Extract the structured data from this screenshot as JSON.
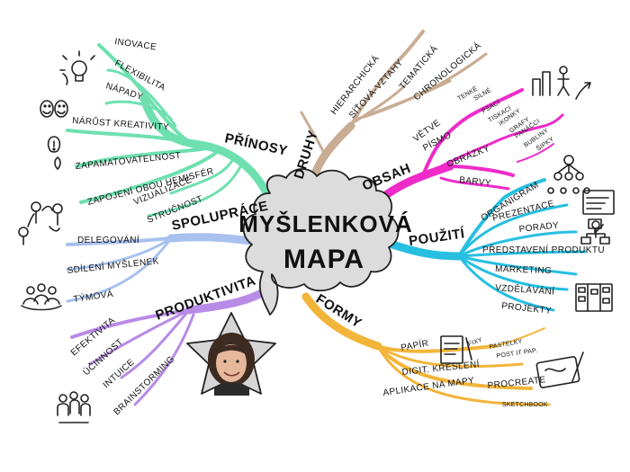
{
  "center": {
    "line1": "MYŠLENKOVÁ",
    "line2": "MAPA"
  },
  "colors": {
    "prinosy": "#6ee0b0",
    "druhy": "#c8ad94",
    "obsah": "#ee2bc9",
    "pouziti": "#27bfe0",
    "formy": "#f2b53a",
    "produktivita": "#b88be6",
    "spoluprace": "#a8c1ee",
    "bubble": "#dcdcdc",
    "star": "#d6d6d6"
  },
  "branches": {
    "prinosy": {
      "title": "PŘÍNOSY",
      "leaves": [
        "INOVACE",
        "FLEXIBILITA",
        "NÁPADY",
        "NÁRŮST KREATIVITY",
        "ZAPAMATOVATELNOST",
        "ZAPOJENÍ OBOU HEMISFÉR",
        "VIZUALIZACE",
        "STRUČNOST"
      ]
    },
    "druhy": {
      "title": "DRUHY",
      "leaves": [
        "HIERARCHICKÁ",
        "SÍŤOVÁ-VZTAHY",
        "TEMATICKÁ",
        "CHRONOLOGICKÁ"
      ]
    },
    "obsah": {
      "title": "OBSAH",
      "leaves": [
        "VĚTVE",
        "PÍSMO",
        "OBRÁZKY",
        "BARVY"
      ],
      "sub": [
        "TENKÉ",
        "SILNÉ",
        "PSACÍ",
        "TISKACÍ",
        "IKONKY",
        "GRAFY",
        "PANÁČCI",
        "BUBLINY",
        "ŠIPKY"
      ]
    },
    "pouziti": {
      "title": "POUŽITÍ",
      "leaves": [
        "ORGANIGRAM",
        "PREZENTACE",
        "PORADY",
        "PŘEDSTAVENÍ PRODUKTU",
        "MARKETING",
        "VZDĚLÁVÁNÍ",
        "PROJEKTY"
      ]
    },
    "formy": {
      "title": "FORMY",
      "leaves": [
        "PAPÍR",
        "DIGIT. KRESLENÍ",
        "APLIKACE NA MAPY"
      ],
      "sub": [
        "FIXY",
        "PASTELKY",
        "POST IT PAP.",
        "PROCREATE",
        "SKETCHBOOK"
      ]
    },
    "produktivita": {
      "title": "PRODUKTIVITA",
      "leaves": [
        "EFEKTIVITA",
        "ÚČINNOST",
        "INTUICE",
        "BRAINSTORMING"
      ]
    },
    "spoluprace": {
      "title": "SPOLUPRÁCE",
      "leaves": [
        "DELEGOVÁNÍ",
        "SDÍLENÍ MYŠLENEK",
        "TÝMOVÁ"
      ]
    }
  },
  "icons": [
    "lightbulb-icon",
    "faces-icon",
    "exclamation-icon",
    "collaboration-icon",
    "team-icon",
    "people-group-icon",
    "hierarchy-icon",
    "graph-arrow-icon",
    "org-chart-icon",
    "presentation-board-icon",
    "kanban-board-icon",
    "paper-pen-icon",
    "tablet-stylus-icon"
  ]
}
